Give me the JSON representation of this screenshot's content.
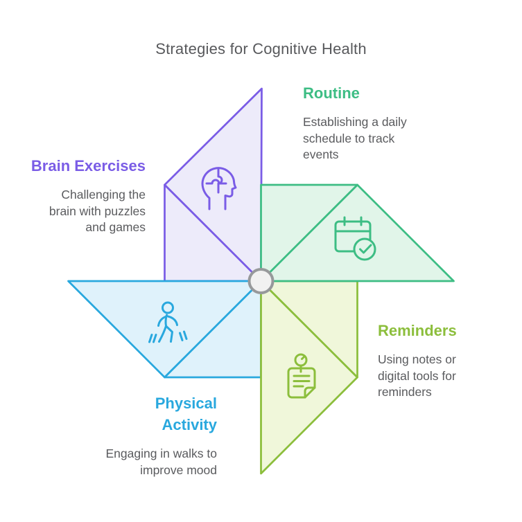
{
  "title": "Strategies for Cognitive Health",
  "colors": {
    "purple": "#7a5ce6",
    "purple-fill": "#edebfa",
    "green": "#3dbd84",
    "green-fill": "#e1f5e9",
    "blue": "#29a8de",
    "blue-fill": "#dff2fb",
    "lime": "#8cbe3c",
    "lime-fill": "#f0f7da",
    "body-text": "#5a5b5e",
    "title-text": "#58595c",
    "hub-fill": "#f1f1f1",
    "hub-stroke": "#97999b"
  },
  "sections": {
    "routine": {
      "label": "Routine",
      "desc_lines": [
        "Establishing a daily",
        "schedule to track",
        "events"
      ],
      "icon": "calendar-check-icon"
    },
    "brain_exercises": {
      "label": "Brain Exercises",
      "desc_lines": [
        "Challenging the",
        "brain with puzzles",
        "and games"
      ],
      "icon": "head-puzzle-icon"
    },
    "physical_activity": {
      "label": "Physical Activity",
      "desc_lines": [
        "Engaging in walks to",
        "improve mood"
      ],
      "icon": "walking-person-icon"
    },
    "reminders": {
      "label": "Reminders",
      "desc_lines": [
        "Using notes or",
        "digital tools for",
        "reminders"
      ],
      "icon": "pinned-note-icon"
    }
  }
}
